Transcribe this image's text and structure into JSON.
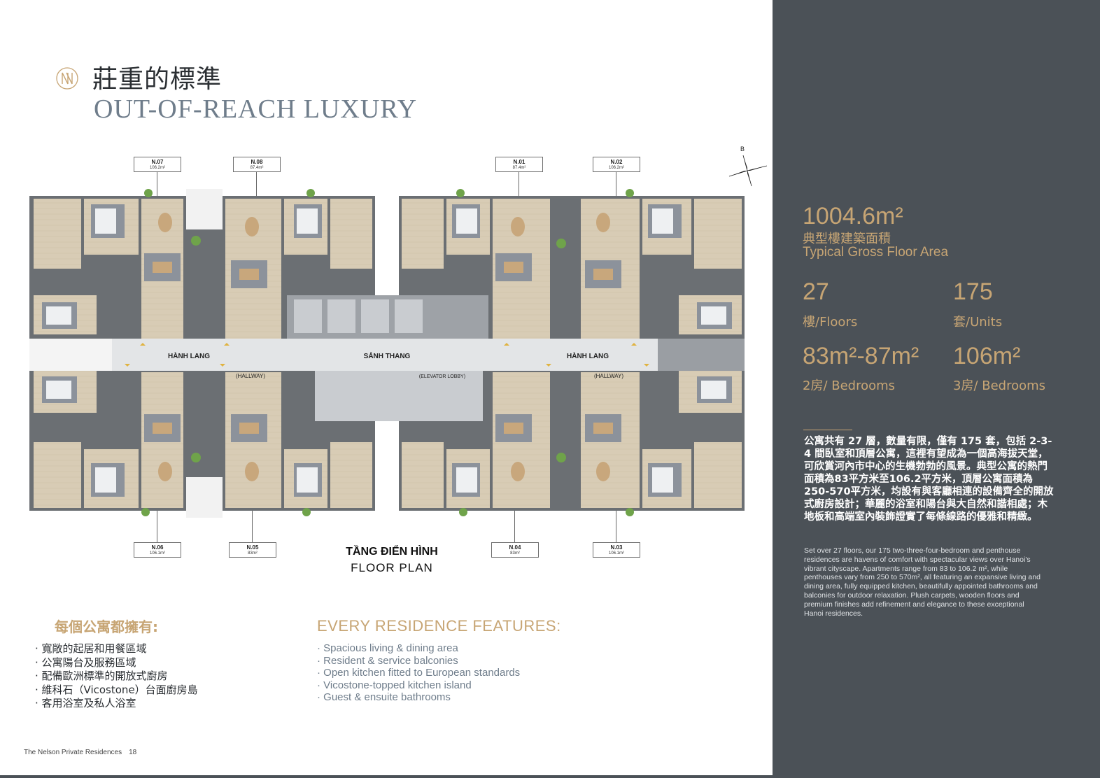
{
  "header": {
    "title_zh": "莊重的標準",
    "title_en": "OUT-OF-REACH LUXURY"
  },
  "floor_plan": {
    "compass_label": "B",
    "corridor_left": "HÀNH LANG",
    "corridor_left_sub": "(HALLWAY)",
    "lobby": "SẢNH THANG",
    "lobby_sub": "(ELEVATOR LOBBY)",
    "corridor_right": "HÀNH LANG",
    "corridor_right_sub": "(HALLWAY)",
    "caption_vn": "TẦNG ĐIỂN HÌNH",
    "caption_en": "FLOOR PLAN",
    "units_top": [
      {
        "name": "N.07",
        "area": "106.2m²"
      },
      {
        "name": "N.08",
        "area": "87.4m²"
      },
      {
        "name": "N.01",
        "area": "87.4m²"
      },
      {
        "name": "N.02",
        "area": "106.2m²"
      }
    ],
    "units_bottom": [
      {
        "name": "N.06",
        "area": "106.1m²"
      },
      {
        "name": "N.05",
        "area": "83m²"
      },
      {
        "name": "N.04",
        "area": "83m²"
      },
      {
        "name": "N.03",
        "area": "106.1m²"
      }
    ]
  },
  "features": {
    "title_zh": "每個公寓都擁有:",
    "items_zh": [
      "· 寬敞的起居和用餐區域",
      "· 公寓陽台及服務區域",
      "· 配備歐洲標準的開放式廚房",
      "· 維科石（Vicostone）台面廚房島",
      "· 客用浴室及私人浴室"
    ],
    "title_en": "EVERY RESIDENCE FEATURES:",
    "items_en": [
      "· Spacious living & dining area",
      "· Resident & service balconies",
      "· Open kitchen fitted to European standards",
      "· Vicostone-topped kitchen island",
      "· Guest & ensuite bathrooms"
    ]
  },
  "footer": {
    "brand": "The Nelson Private Residences",
    "page": "18"
  },
  "stats": {
    "gfa_value": "1004.6m²",
    "gfa_label_zh": "典型樓建築面積",
    "gfa_label_en": "Typical Gross Floor Area",
    "floors_value": "27",
    "floors_label": "樓/Floors",
    "units_value": "175",
    "units_label": "套/Units",
    "two_bed_value": "83m²-87m²",
    "two_bed_label": "2房/ Bedrooms",
    "three_bed_value": "106m²",
    "three_bed_label": "3房/ Bedrooms"
  },
  "description": {
    "zh": "公寓共有 27 層，數量有限，僅有 175 套，包括 2-3-4 間臥室和頂層公寓，這裡有望成為一個高海拔天堂，可欣賞河內市中心的生機勃勃的風景。典型公寓的熱門面積為83平方米至106.2平方米，頂層公寓面積為250-570平方米，均設有與客廳相連的設備齊全的開放式廚房設計；華麗的浴室和陽台與大自然和諧相處；木地板和高端室內裝飾證實了每條線路的優雅和精緻。",
    "en": "Set over 27 floors, our 175 two-three-four-bedroom and penthouse residences are havens of comfort with spectacular views over Hanoi's vibrant cityscape. Apartments range from 83 to 106.2 m², while penthouses vary from 250 to 570m², all featuring an expansive living and dining area, fully equipped kitchen, beautifully appointed bathrooms and balconies for outdoor relaxation. Plush carpets, wooden floors and premium finishes add refinement and elegance to these exceptional Hanoi residences."
  },
  "colors": {
    "gold": "#c7a574",
    "slate": "#4b5157",
    "title_blue": "#6f7d8b"
  }
}
